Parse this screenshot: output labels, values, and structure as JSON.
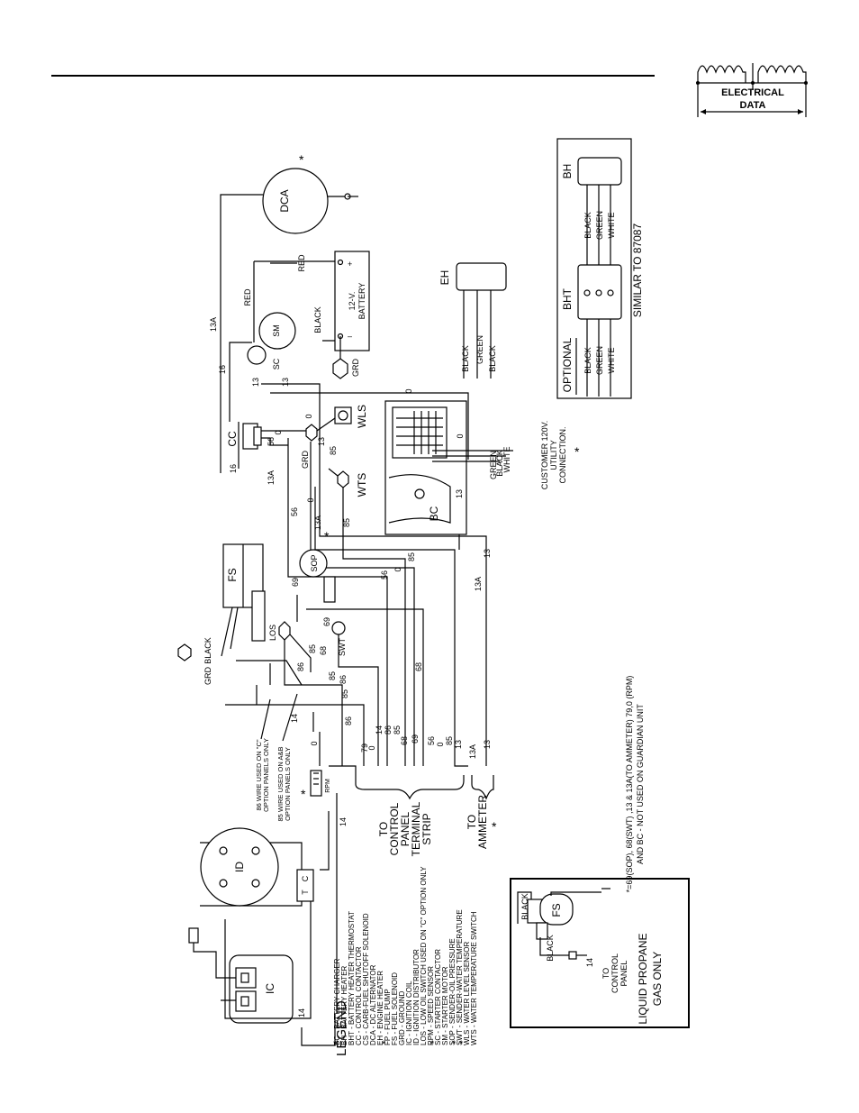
{
  "header": {
    "badge_line1": "ELECTRICAL",
    "badge_line2": "DATA"
  },
  "components": {
    "dca": "DCA",
    "battery_line1": "12-V.",
    "battery_line2": "BATTERY",
    "battery_minus": "–",
    "battery_plus": "+",
    "sm": "SM",
    "sc": "SC",
    "cc": "CC",
    "wls": "WLS",
    "wts": "WTS",
    "bc": "BC",
    "eh": "EH",
    "bh": "BH",
    "bht": "BHT",
    "fs": "FS",
    "sop": "SOP",
    "los": "LOS",
    "swt": "SWT",
    "rpm": "RPM",
    "id": "ID",
    "ic": "IC",
    "t": "T",
    "c": "C",
    "grd": "GRD",
    "asterisk": "*"
  },
  "wire_labels": {
    "red": "RED",
    "black": "BLACK",
    "green": "GREEN",
    "white": "WHITE",
    "w13a": "13A",
    "w13": "13",
    "w16": "16",
    "w0": "0",
    "w56": "56",
    "w85": "85",
    "w86": "86",
    "w68": "68",
    "w69": "69",
    "w79": "79",
    "w14": "14"
  },
  "notes": {
    "customer_120v": "CUSTOMER 120V.",
    "utility": "UTILITY",
    "connection": "CONNECTION.",
    "optional": "OPTIONAL",
    "similar_to": "SIMILAR TO 87087",
    "note_86": "86 WIRE USED ON \"C\"",
    "note_86b": "OPTION PANELS ONLY",
    "note_85": "85 WIRE USED ON A&B",
    "note_85b": "OPTION PANELS ONLY",
    "to": "TO",
    "control": "CONTROL",
    "panel": "PANEL",
    "terminal": "TERMINAL",
    "strip": "STRIP",
    "ammeter": "AMMETER",
    "footnote1": "*=69(SOP), 68(SWT) ,13 & 13A(TO AMMETER)  79,0 (RPM)",
    "footnote2": "AND BC - NOT USED ON GUARDIAN UNIT",
    "lp_title1": "LIQUID PROPANE",
    "lp_title2": "GAS ONLY",
    "lp_to": "TO",
    "lp_control": "CONTROL",
    "lp_panel": "PANEL"
  },
  "legend": {
    "title": "LEGEND",
    "items": [
      "BC  -  BATTERY CHARGER",
      "BH  -  BATTERY HEATER",
      "BHT -  BATTERY HEATER THERMOSTAT",
      "CC  -  CONTROL CONTACTOR",
      "CS  -  CARB-FUEL SHUTOFF SOLENOID",
      "DCA -  DC ALTERNATOR",
      "EH  -  ENGINE HEATER",
      "FP  -  FUEL PUMP",
      "FS  -  FUEL SOLENOID",
      "GRD -  GROUND",
      "IC  -  IGNITION COIL",
      "ID  -  IGNITION DISTRIBUTOR",
      "LOS -  LOW OIL SWITCH USED ON \"C\" OPTION ONLY",
      "RPM -  SPEED SENSOR",
      "SC  -  STARTER CONTACTOR",
      "SM  -  STARTER MOTOR",
      "SOP -  SENDER-OIL PRESSURE",
      "SWT -  SENDER-WATER TEMPERATURE",
      "WLS -  WATER LEVEL SENSOR",
      "WTS -  WATER TEMPERATURE SWITCH"
    ]
  }
}
